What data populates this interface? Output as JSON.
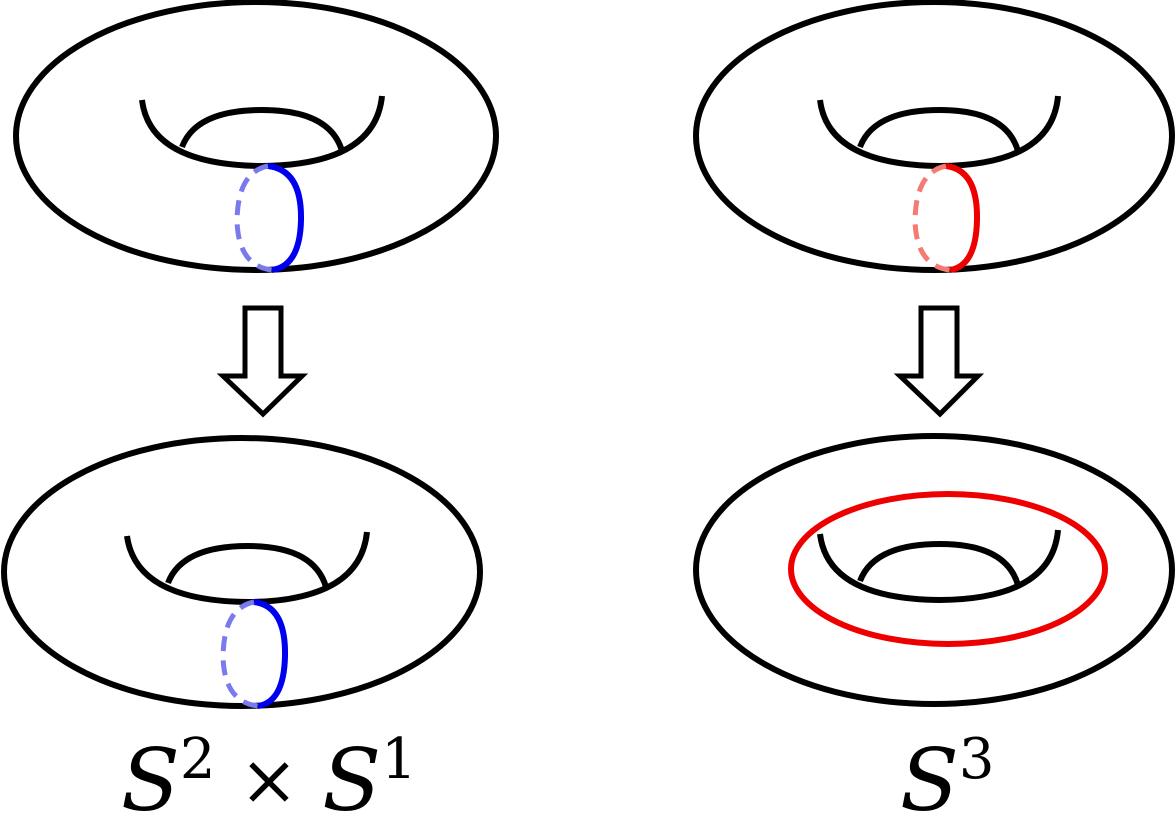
{
  "colors": {
    "outline": "#000000",
    "left_loop": "#0000ee",
    "left_loop_hidden": "#7a7aef",
    "right_loop": "#ee0000",
    "right_loop_hidden": "#f47a72"
  },
  "labels": {
    "left": {
      "sym1": "S",
      "exp1": "2",
      "op": "×",
      "sym2": "S",
      "exp2": "1"
    },
    "right": {
      "sym": "S",
      "exp": "3"
    }
  }
}
